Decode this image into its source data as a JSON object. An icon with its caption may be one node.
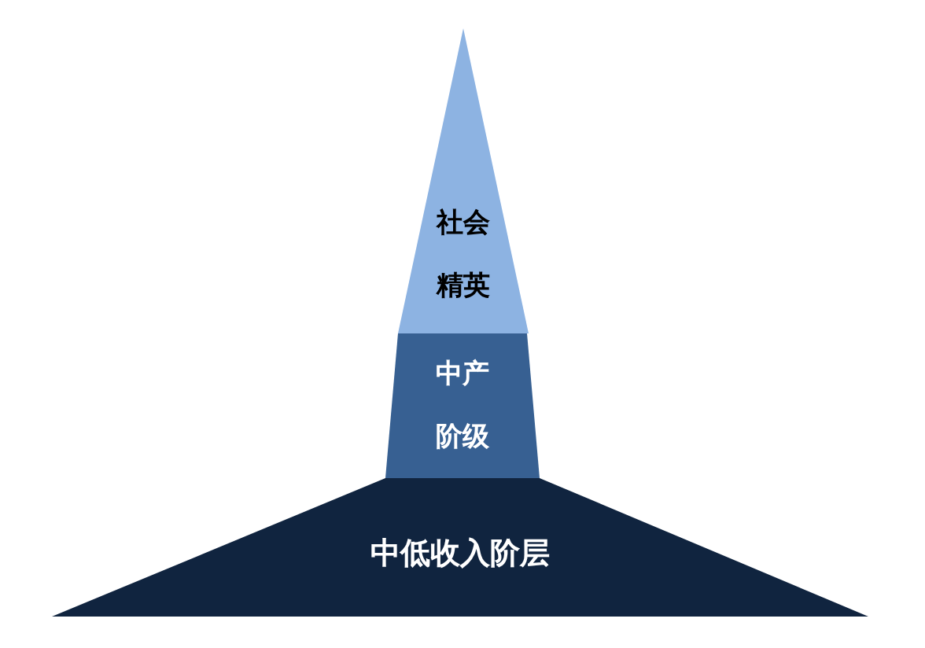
{
  "diagram": {
    "nodes": [
      {
        "text": [
          "社会精英"
        ]
      },
      {
        "text": [
          "中产阶级"
        ]
      },
      {
        "text": [
          "中低收入阶层"
        ]
      }
    ]
  }
}
